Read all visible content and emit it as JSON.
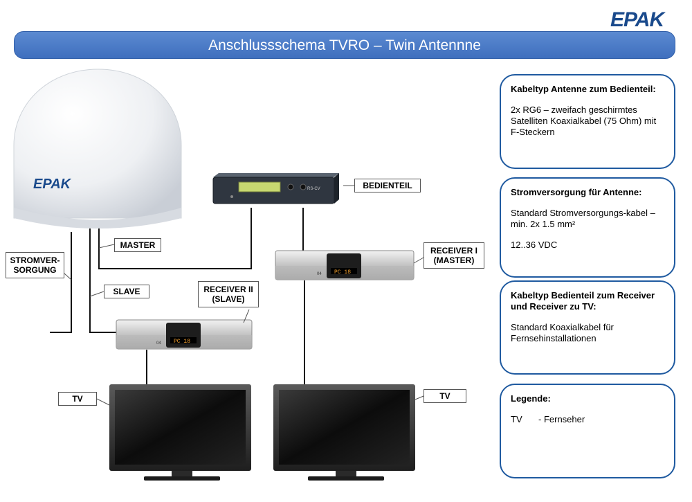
{
  "title": "Anschlussschema TVRO – Twin Antennne",
  "brand": "EPAK",
  "antenna_logo": "EPAK",
  "device_labels": {
    "bedienteil": "BEDIENTEIL",
    "master": "MASTER",
    "slave": "SLAVE",
    "stromversorgung_1": "STROMVER-",
    "stromversorgung_2": "SORGUNG",
    "receiver1_line1": "RECEIVER I",
    "receiver1_line2": "(MASTER)",
    "receiver2_line1": "RECEIVER II",
    "receiver2_line2": "(SLAVE)",
    "tv_left": "TV",
    "tv_right": "TV"
  },
  "receiver_display": "PC 18",
  "panels": [
    {
      "heading": "Kabeltyp Antenne zum Bedienteil:",
      "body": "2x RG6 – zweifach geschirmtes Satelliten Koaxialkabel (75 Ohm) mit F-Steckern"
    },
    {
      "heading": "Stromversorgung für Antenne:",
      "body": "Standard Stromversorgungs-kabel – min. 2x 1.5 mm²",
      "body2": "12..36 VDC"
    },
    {
      "heading": "Kabeltyp Bedienteil zum Receiver und Receiver zu TV:",
      "body": "Standard Koaxialkabel für Fernsehinstallationen"
    },
    {
      "heading": "Legende:",
      "legend": [
        {
          "abbr": "TV",
          "desc": "- Fernseher"
        }
      ]
    }
  ],
  "colors": {
    "banner": "#4a7cc9",
    "panel_border": "#1f5aa0",
    "brand_blue": "#1a4a8c"
  }
}
